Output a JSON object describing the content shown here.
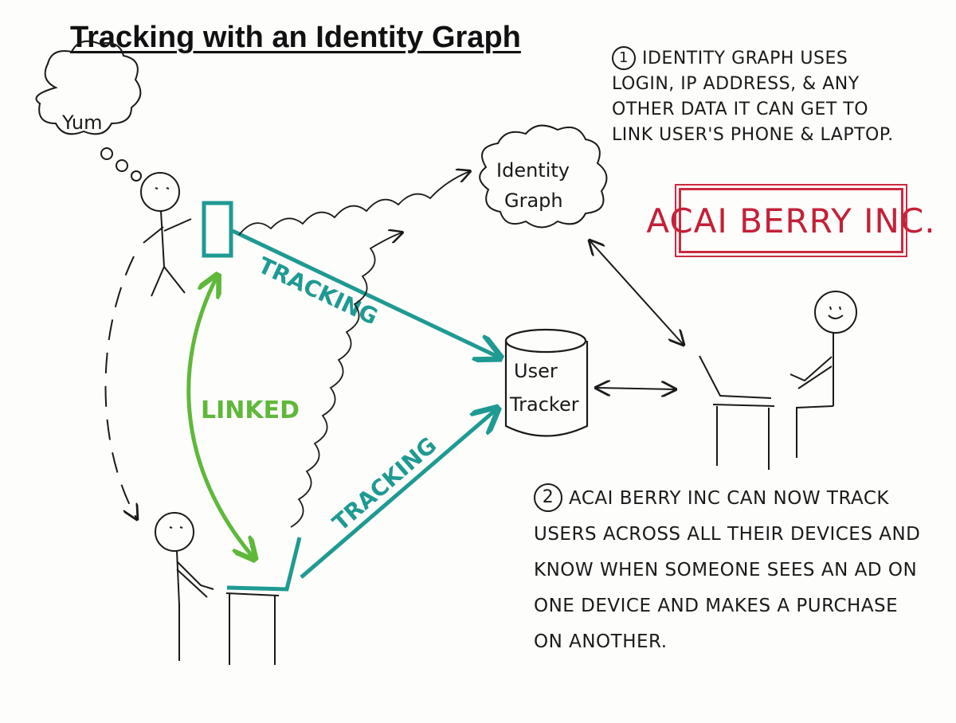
{
  "title": "Tracking with an Identity Graph",
  "thought_bubble": "Yum",
  "identity_graph_label": [
    "Identity",
    "Graph"
  ],
  "user_tracker_label": [
    "User",
    "Tracker"
  ],
  "tracking_label_top": "TRACKING",
  "tracking_label_bottom": "TRACKING",
  "linked_label": "LINKED",
  "brand": "Acai Berry Inc.",
  "note1": {
    "number": "1",
    "text": "Identity Graph uses login, IP address, & any other data it can get to link user's phone & laptop."
  },
  "note2": {
    "number": "2",
    "text": "Acai Berry Inc can now track users across all their devices and know when someone sees an ad on one device and makes a purchase on another."
  },
  "colors": {
    "ink": "#1a1a1a",
    "teal": "#1f9a92",
    "green": "#5fb83a",
    "brand_red": "#c42038"
  }
}
